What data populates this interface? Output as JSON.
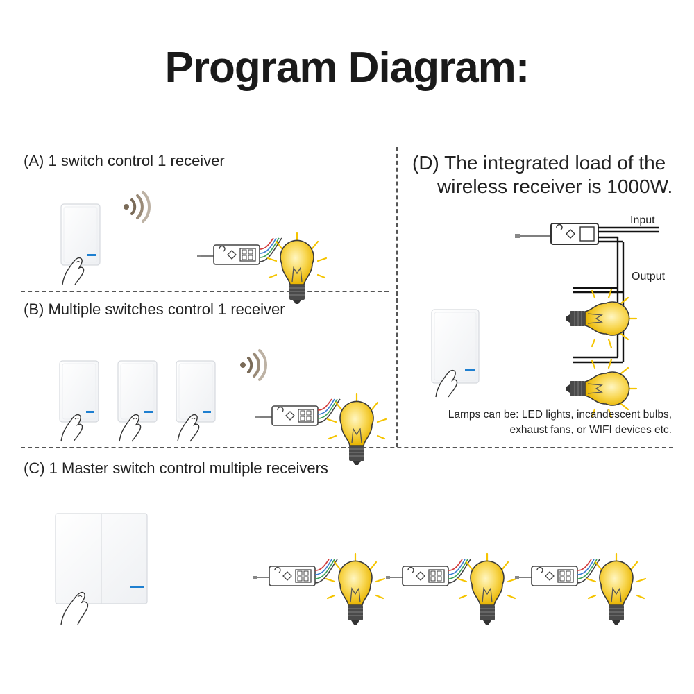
{
  "title": "Program Diagram:",
  "sections": {
    "a": {
      "label": "(A) 1 switch control 1 receiver"
    },
    "b": {
      "label": "(B) Multiple switches control 1 receiver"
    },
    "c": {
      "label": "(C) 1 Master switch control multiple receivers"
    },
    "d": {
      "heading_line1": "(D)  The integrated load of the",
      "heading_line2": "wireless receiver is 1000W.",
      "input_label": "Input",
      "output_label": "Output",
      "note_line1": "Lamps can be:  LED lights, incandescent bulbs,",
      "note_line2": "exhaust fans, or WIFI devices etc."
    }
  },
  "colors": {
    "bulb_glow": "#f5c400",
    "switch_led": "#1e7fd0",
    "wire_red": "#d23a3a",
    "wire_blue": "#3a7fd2",
    "wire_green": "#3aa15a"
  }
}
